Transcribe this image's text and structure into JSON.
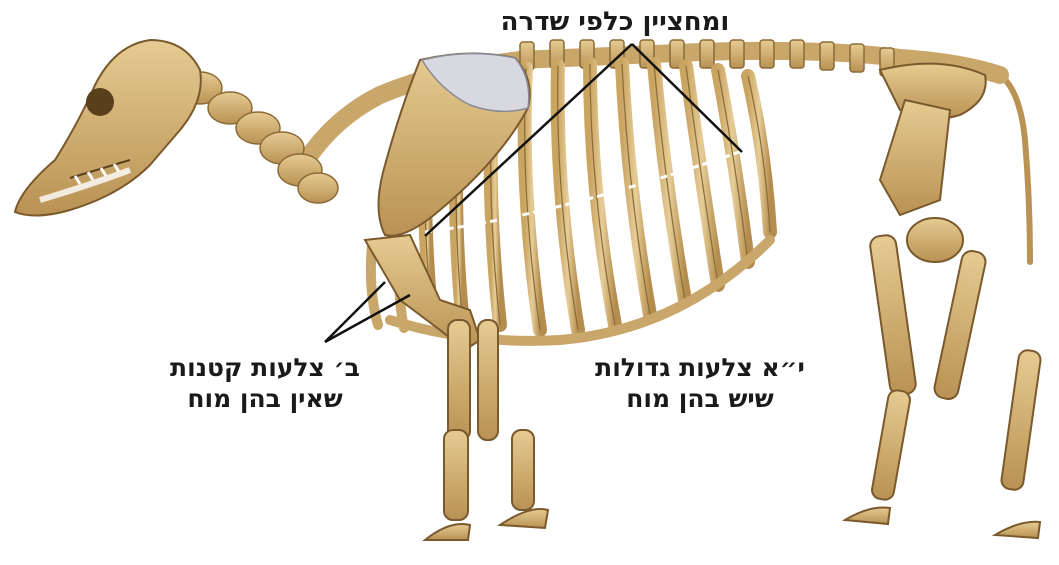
{
  "labels": {
    "spine": {
      "text": "ומחציין כלפי שדרה"
    },
    "small_ribs": {
      "line1": "ב׳ צלעות קטנות",
      "line2": "שאין בהן מוח"
    },
    "large_ribs": {
      "line1": "י״א צלעות גדולות",
      "line2": "שיש בהן מוח"
    }
  },
  "colors": {
    "bone": "#d9b97a",
    "bone_shadow": "#a88448",
    "bone_dark": "#7a5a2c",
    "scapula_cartilage": "#d8d8e0",
    "dashed_line": "#ffffff",
    "leader_line": "#111111",
    "text": "#1a1a1a"
  }
}
